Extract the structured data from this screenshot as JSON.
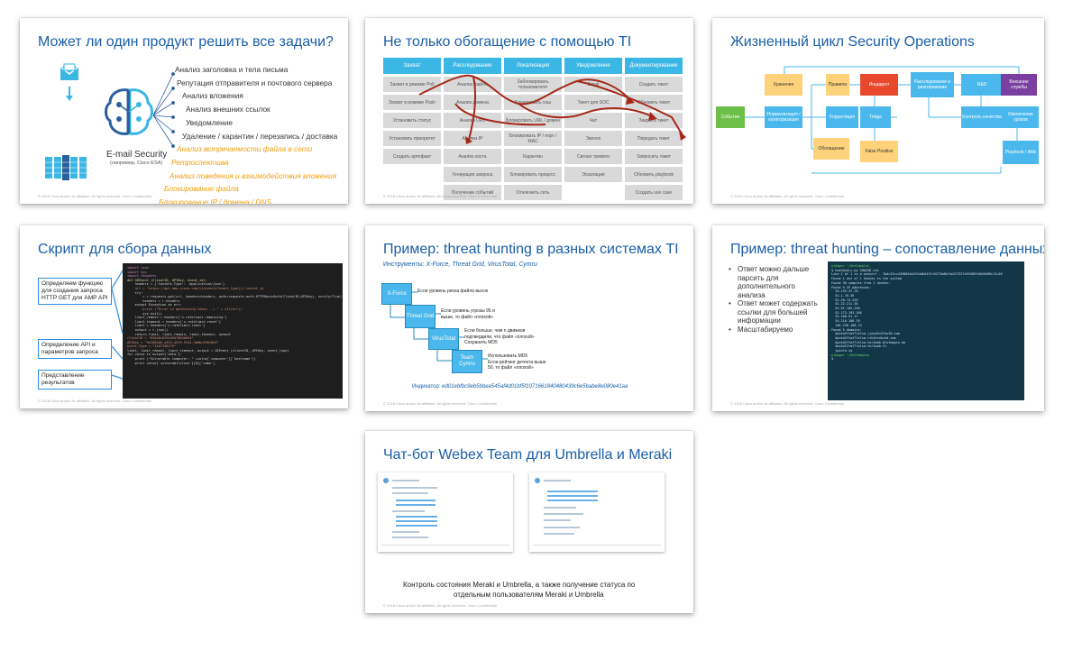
{
  "slides": {
    "s1": {
      "title": "Может ли один продукт решить все задачи?",
      "product": "E-mail Security",
      "product_sub": "(например, Cisco ESA)",
      "items": [
        "Анализ заголовка и тела письма",
        "Репутация отправителя и почтового сервера",
        "Анализ вложения",
        "Анализ внешних ссылок",
        "Уведомление",
        "Удаление / карантин / перезапись / доставка"
      ],
      "missing": [
        "Анализ встречаемости файла в сети",
        "Ретроспектива",
        "Анализ поведения и взаимодействия вложения",
        "Блокирование файла",
        "Блокирование IP / домена / DNS"
      ],
      "footer": "© 2018 Cisco and/or its affiliates. All rights reserved. Cisco Confidential"
    },
    "s2": {
      "title": "Не только обогащение с помощью TI",
      "headers": [
        "Захват",
        "Расследование",
        "Локализация",
        "Уведомление",
        "Документирование"
      ],
      "rows": [
        [
          "Захват в режиме Poll",
          "Анализ файла",
          "Заблокировать пользователя",
          "Email",
          "Создать тикет"
        ],
        [
          "Захват в режиме Push",
          "Анализ домена",
          "Блокировать хэш",
          "Тикет для SOC",
          "Обновить тикет"
        ],
        [
          "Установить статус",
          "Анализ URL",
          "Блокировать URL / домен",
          "Чат",
          "Закрыть тикет"
        ],
        [
          "Установить приоритет",
          "Анализ IP",
          "Блокировать IP / порт / MAC",
          "Звонок",
          "Передать тикет"
        ],
        [
          "Создать артефакт",
          "Анализ хоста",
          "Карантин",
          "Сигнал тревоги",
          "Запросить тикет"
        ],
        [
          "",
          "Генерация запроса",
          "Блокировать процесс",
          "Эскалация",
          "Обновить playbook"
        ],
        [
          "",
          "Получение событий",
          "Отключить сеть",
          "",
          "Создать use case"
        ]
      ],
      "footer": "© 2018 Cisco and/or its affiliates. All rights reserved. Cisco Confidential"
    },
    "s3": {
      "title": "Жизненный цикл Security Operations",
      "boxes": {
        "event": "Событие",
        "storage": "Хранение",
        "normalize": "Нормализация / категоризация",
        "enrich": "Обогащение",
        "rules": "Правила",
        "correlation": "Корреляция",
        "incident": "Инцидент",
        "triage": "Triage",
        "fp": "False Positive",
        "investigate": "Расследование и реагирование",
        "rnd": "R&D",
        "external": "Внешние службы",
        "quality": "Контроль качества",
        "lessons": "Извлечение уроков",
        "playbook": "Playbook / Wiki"
      },
      "footer": "© 2018 Cisco and/or its affiliates. All rights reserved. Cisco Confidential"
    },
    "s4": {
      "title": "Скрипт для сбора данных",
      "callouts": [
        "Определяем функцию для создания запроса HTTP GET для AMP API",
        "Определение API и параметров запроса",
        "Представление результатов"
      ],
      "code": [
        "import json",
        "import sys",
        "import requests",
        "",
        "def GEEvent (ClientID, APIKey, event_id):",
        "    headers = {'Content-Type': 'application/json'}",
        "    url = \"https://api.amp.cisco.com/v1/events?event_type[]=\"+event_id",
        "    try:",
        "        r = requests.get(url, headers=headers, auth=requests.auth.HTTPBasicAuth(ClientID,APIKey), verify=True)",
        "        headers = r.headers",
        "    except Exception as err:",
        "        print (\"Error in generating token --> \" + str(err))",
        "        sys.exit()",
        "    limit_remain = headers['x-ratelimit-remaining']",
        "    limit_timeout = headers['x-ratelimit-reset']",
        "    limit = headers['x-ratelimit-limit']",
        "    output = r.json()",
        "    return limit, limit_remain, limit_timeout, output",
        "",
        "clientID = \"620e6c6254d4d7084b6d4\"",
        "APIKey = \"9e208dde-a519-4519-97e2-3a0bc956c8e9\"",
        "event_type = \"1107296279\"",
        "",
        "limit, limit_remain, limit_timeout, output = GEEvent (clientID, APIKey, event_type)",
        "",
        "for value in output['data']:",
        "    print (\"Vulnerable Computer: \" +value['computer']['hostname'])",
        "    print value['vulnerabilities'][0]['name']"
      ],
      "footer": "© 2018 Cisco and/or its affiliates. All rights reserved. Cisco Confidential"
    },
    "s5": {
      "title": "Пример: threat hunting в разных системах TI",
      "tools_label": "Инструменты:",
      "tools": "X-Force, Threat Grid, VirusTotal, Cymru",
      "steps": [
        "X-Force",
        "Threat Grid",
        "VirusTotal",
        "Team Cymru"
      ],
      "notes": [
        [
          "Если уровень риска файла высок"
        ],
        [
          "Если уровень угрозы 95 и",
          "выше, то файл «плохой»"
        ],
        [
          "Если больше, чем n движков",
          "подтвердили, что файл «плохой»",
          "Сохранить MD5"
        ],
        [
          "Использовать MD5",
          "Если рейтинг детекта выше",
          "50, то файл «плохой»"
        ]
      ],
      "indicator_label": "Индикатор:",
      "indicator": "ed01ebfbc9eb5bbea545af4d01bf5f1071661840480439c6e5babe8e080e41aa",
      "footer": "© 2018 Cisco and/or its affiliates. All rights reserved. Cisco Confidential"
    },
    "s6": {
      "title": "Пример: threat hunting – сопоставление данных",
      "bullets": [
        "Ответ можно дальше парсить для дополнительного анализа",
        "Ответ может содержать ссылки для большей информации",
        "Масштабируемо"
      ],
      "terminal": [
        "pi@ager ~/GetSamples",
        "$ hashQuery.py SHA256.txt",
        "Line 1 of 1 is a winner! - 7bdc23cc435005da2514db643fc5273a0bf4e227327e55309fe8d5d98c12c20",
        "",
        "Found 1 out of 1 hashes in the system",
        "",
        "Found 30 samples from 1 hashes:",
        "",
        "Found 9 IP Addresses:",
        "  34.193.37.78",
        "  52.1.78.36",
        "  52.20.74.226",
        "  52.22.211.38",
        "  52.91.105.230",
        "  52.173.193.166",
        "  54.166.91.17",
        "  54.210.188.78",
        "  104.238.168.74",
        "",
        "Found 5 domains:",
        "  dpckd2ftmf7lelsa.jjeyd2u37an30.com",
        "  dpckd2ftmf7lelsa.rzh4hrdezhd.com",
        "  dpckd2ftmf7lelsa.tor2web.blutmagie.de",
        "  dpckd2ftmf7lelsa.tor2web.fi",
        "  ipinfo.io",
        "",
        "pi@ager ~/GetSamples",
        "$"
      ],
      "footer": "© 2018 Cisco and/or its affiliates. All rights reserved. Cisco Confidential"
    },
    "s7": {
      "title": "Чат-бот Webex Team для Umbrella и Meraki",
      "caption_line1": "Контроль состояния Meraki и Umbrella, а также получение статуса по",
      "caption_line2": "отдельным пользователям Meraki и Umbrella",
      "footer": "© 2018 Cisco and/or its affiliates. All rights reserved. Cisco Confidential"
    }
  },
  "colors": {
    "title_blue": "#1a5ea8",
    "accent_orange": "#f0a010",
    "table_header": "#3bb7e6",
    "code_bg": "#1e1e1e",
    "terminal_bg": "#123848"
  }
}
